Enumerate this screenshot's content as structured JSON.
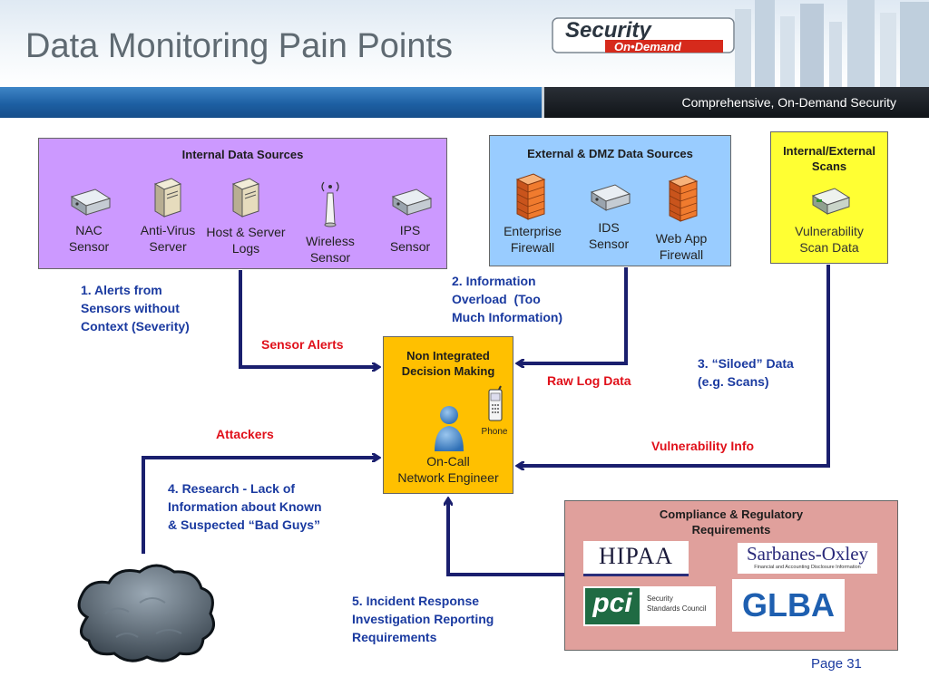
{
  "slide": {
    "title": "Data Monitoring Pain Points",
    "tagline": "Comprehensive, On-Demand  Security",
    "logo": {
      "line1": "Security",
      "line2": "On•Demand"
    },
    "page_number": "Page 31"
  },
  "internal_sources": {
    "title": "Internal Data Sources",
    "devices": [
      {
        "label": "NAC\nSensor",
        "icon": "network-appliance"
      },
      {
        "label": "Anti-Virus\nServer",
        "icon": "server-tower"
      },
      {
        "label": "Host & Server\nLogs",
        "icon": "server-tower"
      },
      {
        "label": "Wireless\nSensor",
        "icon": "wireless-antenna"
      },
      {
        "label": "IPS\nSensor",
        "icon": "network-appliance"
      }
    ]
  },
  "external_sources": {
    "title": "External & DMZ Data Sources",
    "devices": [
      {
        "label": "Enterprise\nFirewall",
        "icon": "firewall"
      },
      {
        "label": "IDS\nSensor",
        "icon": "network-appliance"
      },
      {
        "label": "Web App\nFirewall",
        "icon": "firewall"
      }
    ]
  },
  "scans": {
    "title": "Internal/External\nScans",
    "device_label": "Vulnerability\nScan Data",
    "icon": "scanner-appliance"
  },
  "decision": {
    "title": "Non Integrated\nDecision Making",
    "phone_label": "Phone",
    "engineer_label": "On-Call\nNetwork Engineer"
  },
  "compliance": {
    "title": "Compliance & Regulatory\nRequirements",
    "logos": {
      "hipaa": "HIPAA",
      "sox_main": "Sarbanes-Oxley",
      "sox_sub": "Financial and Accounting Disclosure Information",
      "pci_mark": "pci",
      "pci_text": "Security\nStandards Council",
      "glba": "GLBA"
    }
  },
  "notes": {
    "n1": "1. Alerts from\nSensors without\nContext (Severity)",
    "n2": "2. Information\nOverload  (Too\nMuch Information)",
    "n3": "3. “Siloed” Data\n(e.g. Scans)",
    "n4": "4. Research - Lack of\nInformation about Known\n& Suspected “Bad Guys”",
    "n5": "5. Incident Response\nInvestigation Reporting\nRequirements"
  },
  "flows": {
    "sensor_alerts": "Sensor Alerts",
    "raw_log_data": "Raw Log Data",
    "attackers": "Attackers",
    "vulnerability_info": "Vulnerability Info"
  },
  "colors": {
    "internal_box": "#cc99ff",
    "external_box": "#99ccff",
    "scans_box": "#ffff33",
    "decision_box": "#ffc000",
    "compliance_box": "#e0a09c",
    "arrow": "#1a1f6e",
    "note_text": "#1a3aa0",
    "flow_text": "#e0101a"
  }
}
